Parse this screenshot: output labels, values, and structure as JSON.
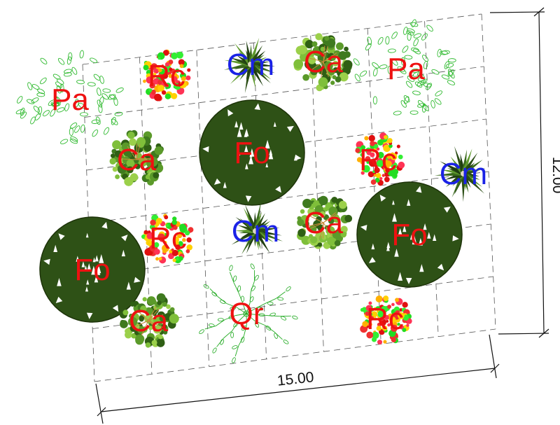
{
  "dimensions": {
    "width_label": "15.00",
    "height_label": "12.00"
  },
  "plants": [
    {
      "code": "Pa",
      "type": "canopy-outline"
    },
    {
      "code": "Rc",
      "type": "shrub-red"
    },
    {
      "code": "Cm",
      "type": "spiky-dark"
    },
    {
      "code": "Ca",
      "type": "shrub-green"
    },
    {
      "code": "Pa",
      "type": "canopy-outline"
    },
    {
      "code": "Fo",
      "type": "dark-tree"
    },
    {
      "code": "Ca",
      "type": "shrub-green"
    },
    {
      "code": "Rc",
      "type": "shrub-red"
    },
    {
      "code": "Cm",
      "type": "spiky-dark"
    },
    {
      "code": "Rc",
      "type": "shrub-red"
    },
    {
      "code": "Cm",
      "type": "spiky-dark"
    },
    {
      "code": "Ca",
      "type": "shrub-green"
    },
    {
      "code": "Fo",
      "type": "dark-tree"
    },
    {
      "code": "Fo",
      "type": "dark-tree"
    },
    {
      "code": "Ca",
      "type": "shrub-green"
    },
    {
      "code": "Qr",
      "type": "branching-outline"
    },
    {
      "code": "Rc",
      "type": "shrub-red"
    }
  ],
  "colors": {
    "label_red": "#ee1111",
    "label_blue": "#1a22e6",
    "dark_tree": "#2e5116",
    "dim_line": "#111111",
    "grid_line": "#555555"
  }
}
